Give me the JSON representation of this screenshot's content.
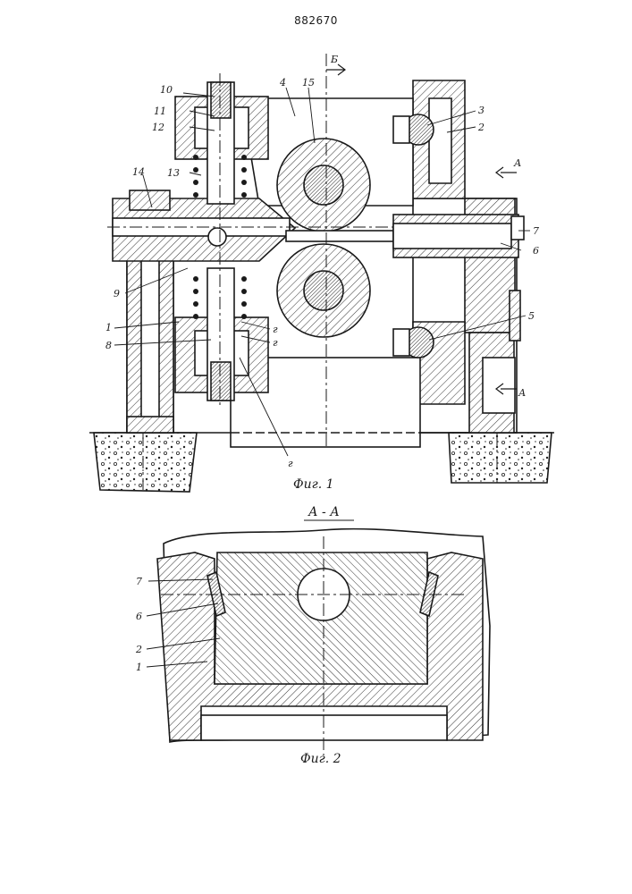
{
  "patent_number": "882670",
  "figure1": {
    "caption": "Фиг. 1",
    "section_mark_top": "Б",
    "section_mark_right": "А",
    "part_labels": {
      "p1": "1",
      "p2": "2",
      "p3": "3",
      "p4": "4",
      "p5": "5",
      "p6": "6",
      "p7": "7",
      "p8": "8",
      "p9": "9",
      "p10": "10",
      "p11": "11",
      "p12": "12",
      "p13": "13",
      "p14": "14",
      "p15": "15",
      "g": "г"
    }
  },
  "figure2": {
    "caption": "Фиг. 2",
    "section_title": "А - А",
    "part_labels": {
      "p1": "1",
      "p2": "2",
      "p6": "6",
      "p7": "7"
    }
  },
  "colors": {
    "ink": "#1a1a1a",
    "paper": "#ffffff",
    "hatch": "#333333"
  }
}
